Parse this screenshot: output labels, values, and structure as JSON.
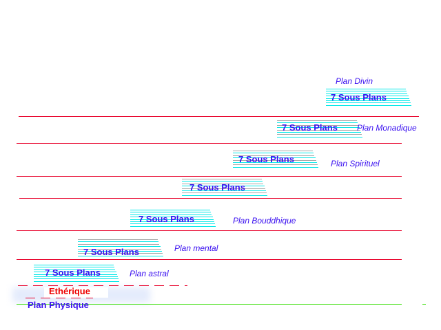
{
  "planes": [
    {
      "label": "Plan Divin",
      "sub": "7 Sous Plans"
    },
    {
      "label": "Plan Monadique",
      "sub": "7 Sous Plans"
    },
    {
      "label": "Plan Spirituel",
      "sub": "7 Sous Plans"
    },
    {
      "label": "",
      "sub": "7 Sous Plans"
    },
    {
      "label": "Plan Bouddhique",
      "sub": "7 Sous Plans"
    },
    {
      "label": "Plan mental",
      "sub": "7 Sous Plans"
    },
    {
      "label": "Plan astral",
      "sub": "7 Sous Plans"
    }
  ],
  "etherique": "Ethérique",
  "physique": "Plan Physique",
  "colors": {
    "line": "#e8002a",
    "sublines": "#00e8e8",
    "text": "#3a10f0",
    "ground": "#33dd00"
  }
}
